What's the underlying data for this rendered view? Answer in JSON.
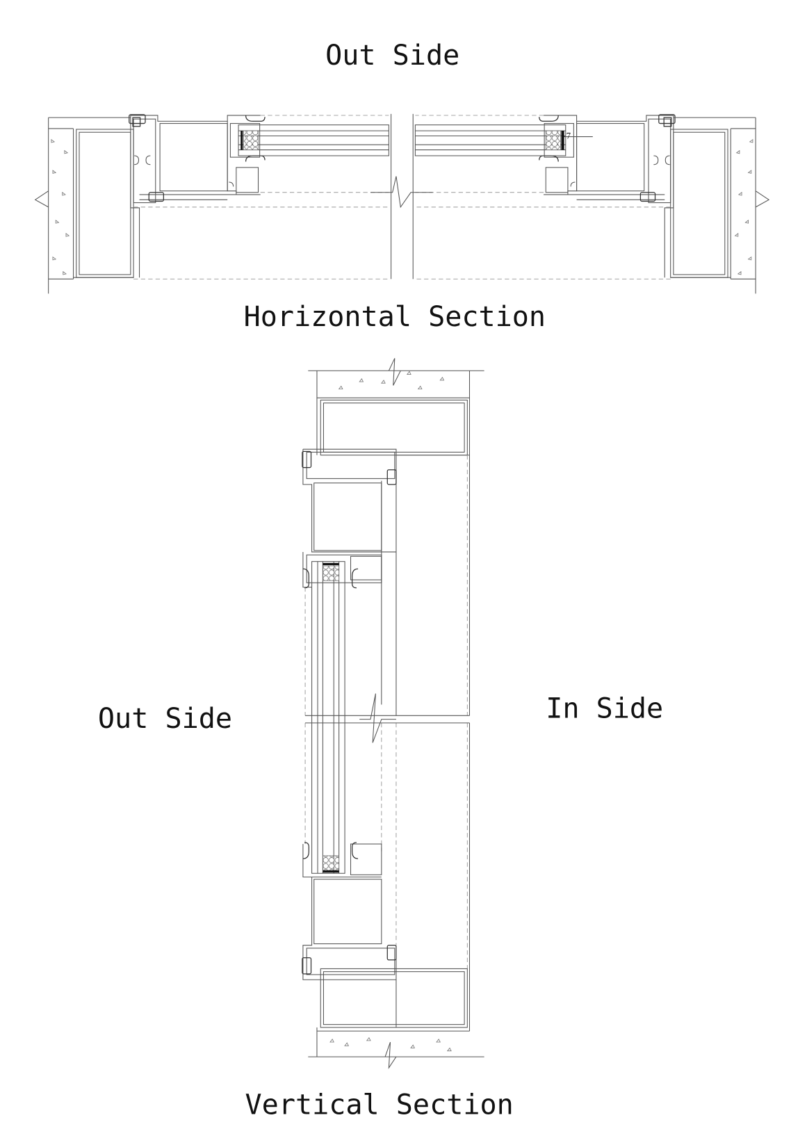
{
  "labels": {
    "top_outside": "Out Side",
    "horizontal_section": "Horizontal Section",
    "left_outside": "Out Side",
    "right_inside": "In Side",
    "vertical_section": "Vertical Section",
    "gap_dimension": "7"
  }
}
